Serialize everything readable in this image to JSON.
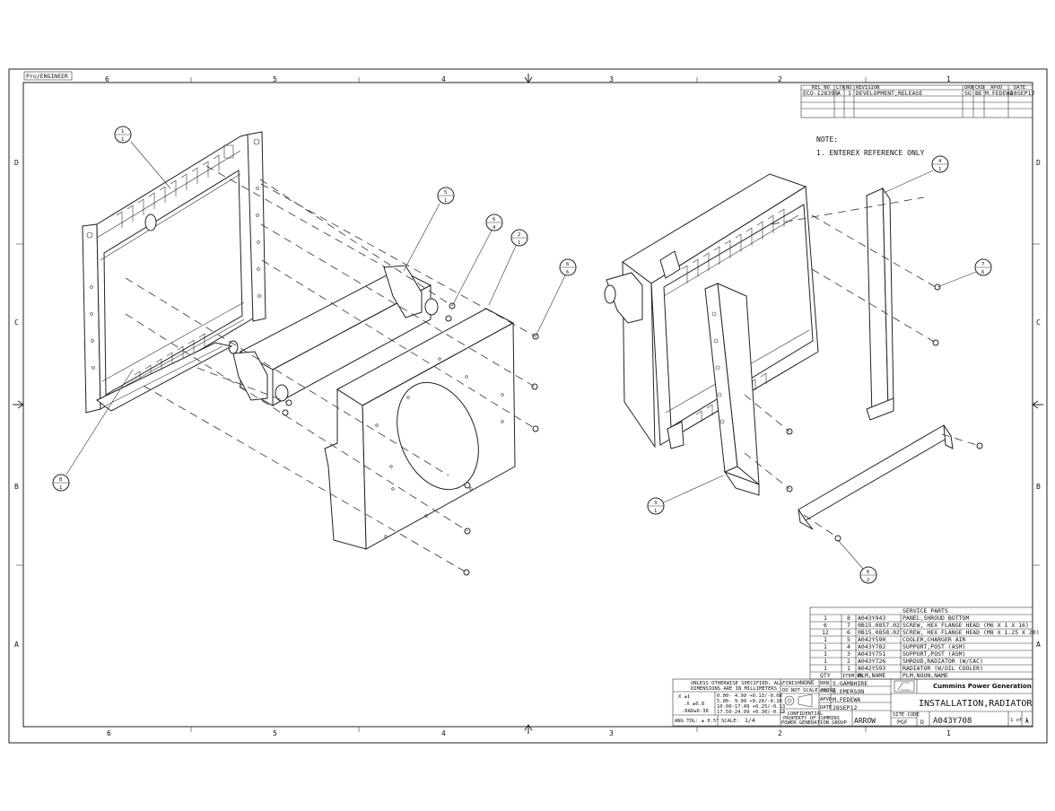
{
  "software_tag": "Pro/ENGINEER",
  "zones_x": [
    "6",
    "5",
    "4",
    "3",
    "2",
    "1"
  ],
  "zones_y": [
    "D",
    "C",
    "B",
    "A"
  ],
  "revision": {
    "headers": [
      "REL NO",
      "LTR",
      "NO",
      "REVISION",
      "DRN",
      "CKD",
      "APVD",
      "DATE"
    ],
    "row": [
      "ECO-128395",
      "A",
      "1",
      "DEVELOPMENT,RELEASE",
      "SG",
      "BE",
      "M.FEDEWA",
      "28SEP12"
    ]
  },
  "notes": {
    "title": "NOTE:",
    "line1": "1. ENTEREX REFERENCE ONLY"
  },
  "balloons": [
    {
      "item": "1",
      "qty": "1"
    },
    {
      "item": "5",
      "qty": "1"
    },
    {
      "item": "6",
      "qty": "4"
    },
    {
      "item": "2",
      "qty": "1"
    },
    {
      "item": "6",
      "qty": "6"
    },
    {
      "item": "8",
      "qty": "1"
    },
    {
      "item": "4",
      "qty": "1"
    },
    {
      "item": "7",
      "qty": "6"
    },
    {
      "item": "3",
      "qty": "1"
    },
    {
      "item": "6",
      "qty": "2"
    }
  ],
  "service_parts": {
    "title": "SERVICE PARTS",
    "rows": [
      {
        "qty": "1",
        "item": "8",
        "plm": "A043Y943",
        "name": "PANEL,SHROUD BOTTOM"
      },
      {
        "qty": "6",
        "item": "7",
        "plm": "0B15.0857.02",
        "name": "SCREW, HEX FLANGE HEAD  (M6 X 1 X 16)"
      },
      {
        "qty": "12",
        "item": "6",
        "plm": "0B15.0858.02",
        "name": "SCREW, HEX FLANGE HEAD  (M8 X 1.25 X 20)"
      },
      {
        "qty": "1",
        "item": "5",
        "plm": "A042Y590",
        "name": "COOLER,CHARGER AIR"
      },
      {
        "qty": "1",
        "item": "4",
        "plm": "A043Y782",
        "name": "SUPPORT,POST  (ASM)"
      },
      {
        "qty": "1",
        "item": "3",
        "plm": "A043Y751",
        "name": "SUPPORT,POST  (ASM)"
      },
      {
        "qty": "1",
        "item": "2",
        "plm": "A043Y726",
        "name": "SHROUD,RADIATOR  (W/CAC)"
      },
      {
        "qty": "1",
        "item": "1",
        "plm": "A042Y593",
        "name": "RADIATOR  (W/OIL COOLER)"
      }
    ],
    "headers": {
      "qty": "QTY",
      "item": "ITEM NO",
      "plm": "PLM,NAME",
      "name": "PLM,NOUN,NAME"
    }
  },
  "title_block": {
    "tol_header1": "UNLESS OTHERWISE SPECIFIED, ALL",
    "tol_header2": "DIMENSIONS ARE IN MILLIMETERS",
    "tol_x": "X    ±1",
    "tol_xx": ".X ±0.8",
    "tol_rad": ".RAD±0.38",
    "tol_r1": "0.00- 4.99 +0.13/-0.08",
    "tol_r2": "5.00- 9.99 +0.20/-0.10",
    "tol_r3": "10.00-17.49 +0.25/-0.13",
    "tol_r4": "17.50-24.99 +0.30/-0.13",
    "ang_tol": "ANG TOL: ±  0.5°",
    "scale_label": "SCALE:",
    "scale_value": "1/4",
    "finish_label": "FINISH",
    "finish_value": "NONE",
    "do_not_scale": "DO NOT SCALE PRINT",
    "confidential": "* CONFIDENTIAL",
    "conf_line1": "PROPERTY OF CUMMINS",
    "conf_line2": "POWER GENERATION GROUP",
    "drn_label": "DRN",
    "drn": "S.GAMBHIRE",
    "chk_label": "CKD",
    "chk": "B.EMERSON",
    "apvd_label": "APVD",
    "apvd": "M.FEDEWA",
    "date_label": "DATE",
    "date": "28SEP12",
    "hole_label": "ARROW",
    "company": "Cummins Power Generation",
    "title": "INSTALLATION,RADIATOR",
    "site_code": "SITE CODE",
    "pgf": "PGF",
    "size": "D",
    "dwg_no": "A043Y708",
    "sheet": "1 of 1",
    "rev": "A"
  },
  "colors": {
    "ink": "#222222",
    "paper": "#ffffff"
  }
}
